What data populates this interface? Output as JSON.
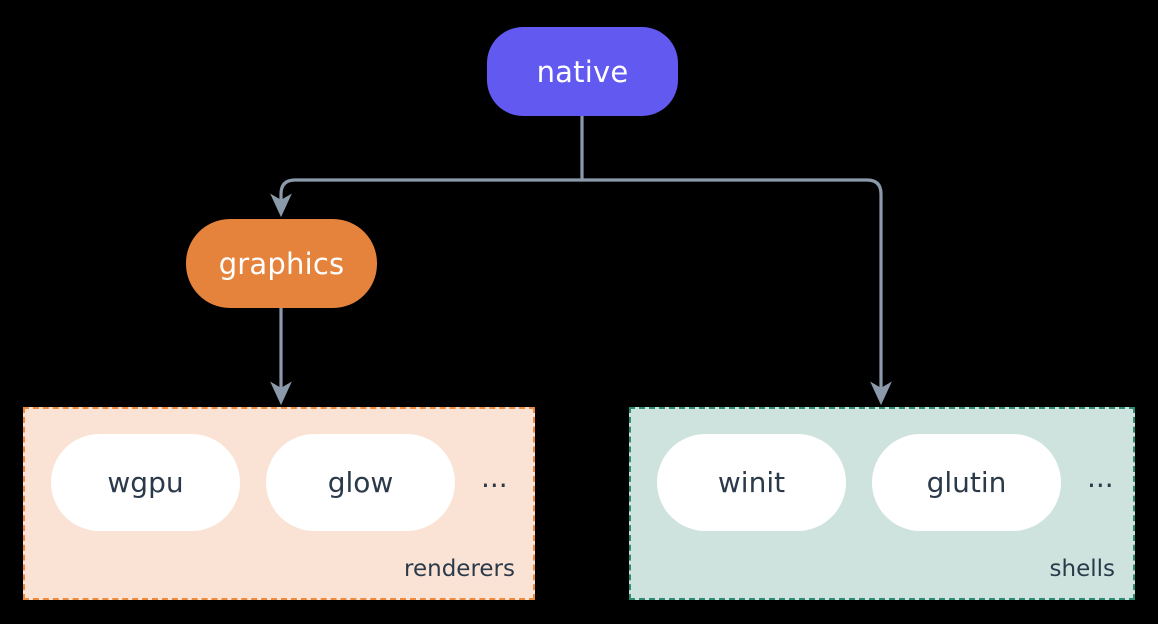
{
  "diagram": {
    "title_node": {
      "label": "native",
      "color": "#6259F0"
    },
    "mid_node": {
      "label": "graphics",
      "color": "#E5833D"
    },
    "edge_color": "#8A9AAB",
    "background": "#000000",
    "groups": [
      {
        "name": "renderers",
        "label": "renderers",
        "fill": "#FAE3D5",
        "border": "#F08A3C",
        "items": [
          {
            "label": "wgpu"
          },
          {
            "label": "glow"
          }
        ],
        "more": "..."
      },
      {
        "name": "shells",
        "label": "shells",
        "fill": "#CFE3DE",
        "border": "#2E8B74",
        "items": [
          {
            "label": "winit"
          },
          {
            "label": "glutin"
          }
        ],
        "more": "..."
      }
    ]
  }
}
